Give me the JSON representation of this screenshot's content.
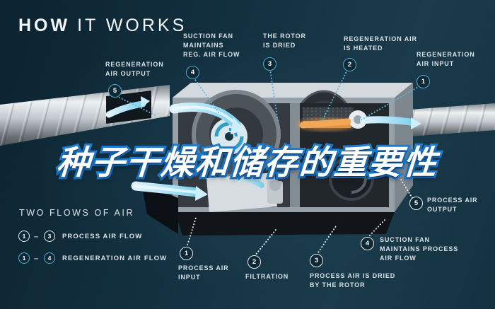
{
  "title": {
    "word1": "HOW",
    "word2": "IT WORKS"
  },
  "headline": {
    "text": "种子干燥和储存的重要性",
    "fill": "#ffffff",
    "stroke": "#1c7fd6"
  },
  "colors": {
    "background": "#15313f",
    "regen_accent": "#4fadd3",
    "process_accent": "#e9eef1",
    "heater_glow": "#e8963f",
    "airflow_arrow": "#b5e6f7"
  },
  "icons": {
    "fan-icon": "swirl",
    "rotor-icon": "disc",
    "heater-icon": "glow-bar",
    "airflow-arrow-icon": "curved-arrow",
    "duct-icon": "spiral-tube"
  },
  "callouts": {
    "regen": [
      {
        "num": "1",
        "label": "REGENERATION\nAIR INPUT"
      },
      {
        "num": "2",
        "label": "REGENERATION AIR\nIS HEATED"
      },
      {
        "num": "3",
        "label": "THE ROTOR\nIS DRIED"
      },
      {
        "num": "4",
        "label": "SUCTION FAN\nMAINTAINS\nREG. AIR FLOW"
      },
      {
        "num": "5",
        "label": "REGENERATION\nAIR OUTPUT"
      }
    ],
    "process": [
      {
        "num": "1",
        "label": "PROCESS AIR\nINPUT"
      },
      {
        "num": "2",
        "label": "FILTRATION"
      },
      {
        "num": "3",
        "label": "PROCESS AIR IS DRIED\nBY THE ROTOR"
      },
      {
        "num": "4",
        "label": "SUCTION FAN\nMAINTAINS PROCESS\nAIR FLOW"
      },
      {
        "num": "5",
        "label": "PROCESS AIR\nOUTPUT"
      }
    ]
  },
  "legend": {
    "heading": "TWO FLOWS OF AIR",
    "rows": [
      {
        "from": "1",
        "dash": "–",
        "to": "3",
        "label": "PROCESS AIR FLOW",
        "style": "process"
      },
      {
        "from": "1",
        "dash": "–",
        "to": "4",
        "label": "REGENERATION AIR FLOW",
        "style": "regen"
      }
    ]
  }
}
